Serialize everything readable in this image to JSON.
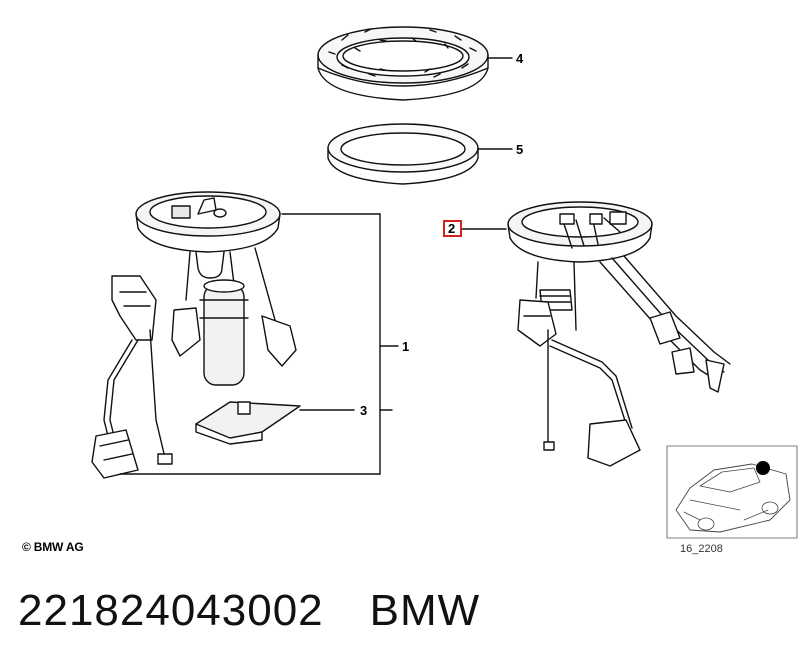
{
  "callouts": {
    "c1": "1",
    "c2": "2",
    "c3": "3",
    "c4": "4",
    "c5": "5"
  },
  "highlight_color": "#d42020",
  "copyright": "© BMW AG",
  "diagram_ref": "16_2208",
  "caption": {
    "part_number": "221824043002",
    "brand": "BMW"
  }
}
